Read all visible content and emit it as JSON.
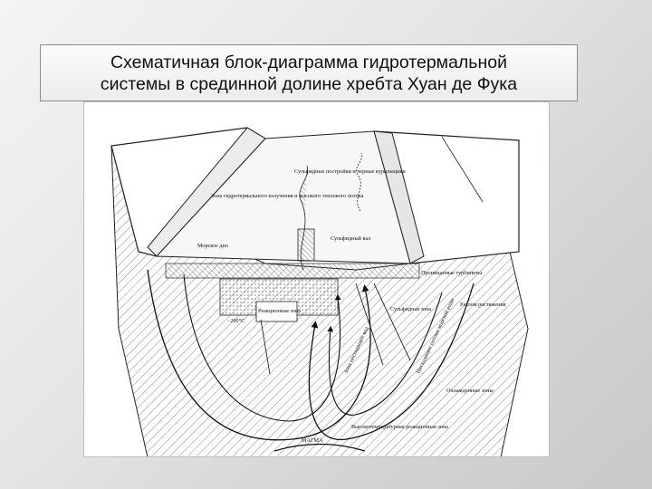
{
  "slide": {
    "title": "Схематичная блок-диаграмма гидротермальной\nсистемы в срединной долине хребта Хуан де Фука"
  },
  "diagram": {
    "labels": {
      "sulfide_structures": "Сульфидные постройки и черные курильщики",
      "discharge_zone": "Зона гидротермального излучения и высокого теплового потока",
      "seafloor": "Морское дно",
      "sulfide_lens": "Сульфидный вал",
      "permeable": "Проницаемые турбиниты",
      "fracture": "Разлом растяжения",
      "temp": "~200°C",
      "reaction_zone": "Реакционная зона",
      "sulfide_zone": "Сульфидная зона",
      "recharge": "Зона нисходящих вод",
      "recharge2": "Нисходящие потоки морской воды",
      "cooling": "Охлажденные зоны",
      "high_temp": "Высокотемпературная реакционная зона",
      "magma": "МАГМА"
    }
  }
}
